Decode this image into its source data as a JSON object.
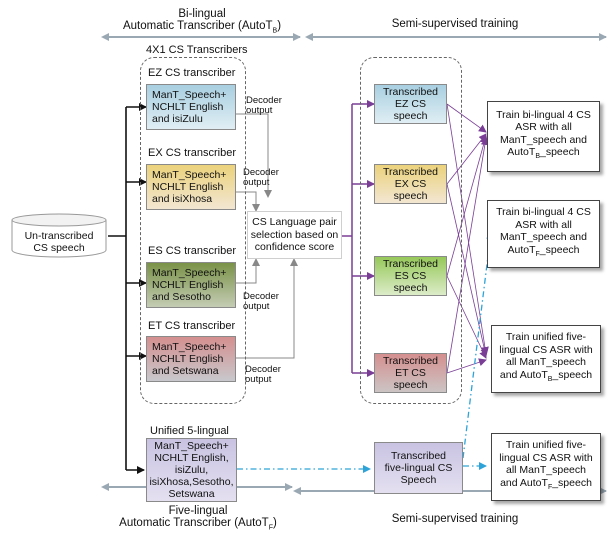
{
  "headers": {
    "bilingual_line1": "Bi-lingual",
    "bilingual_line2": "Automatic Transcriber (AutoT",
    "bilingual_sub": "B",
    "bilingual_close": ")",
    "semi_top": "Semi-supervised training",
    "transcribers_group": "4X1 CS Transcribers",
    "unified_group": "Unified 5-lingual",
    "fivelingual_line1": "Five-lingual",
    "fivelingual_line2": "Automatic Transcriber (AutoT",
    "fivelingual_sub": "F",
    "fivelingual_close": ")",
    "semi_bottom": "Semi-supervised training"
  },
  "input": {
    "label_line1": "Un-transcribed",
    "label_line2": "CS speech"
  },
  "transcribers": [
    {
      "title": "EZ CS transcriber",
      "line1": "ManT_Speech+",
      "line2": "NCHLT English",
      "line3": "and isiZulu",
      "color": "#a8cfe0"
    },
    {
      "title": "EX CS transcriber",
      "line1": "ManT_Speech+",
      "line2": "NCHLT English",
      "line3": "and isiXhosa",
      "color": "#ebd27c"
    },
    {
      "title": "ES CS transcriber",
      "line1": "ManT_Speech+",
      "line2": "NCHLT English",
      "line3": "and Sesotho",
      "color": "#8aa05a"
    },
    {
      "title": "ET CS transcriber",
      "line1": "ManT_Speech+",
      "line2": "NCHLT English",
      "line3": "and Setswana",
      "color": "#d58f8f"
    }
  ],
  "decoder_labels": [
    {
      "line1": "Decoder",
      "line2": "output"
    },
    {
      "line1": "Decoder",
      "line2": "output"
    },
    {
      "line1": "Decoder",
      "line2": "output"
    },
    {
      "line1": "Decoder",
      "line2": "output"
    }
  ],
  "selection": {
    "line1": "CS Language pair",
    "line2": "selection based on",
    "line3": "confidence score"
  },
  "transcribed": [
    {
      "line1": "Transcribed",
      "line2": "EZ CS speech",
      "color": "#a8cfe0"
    },
    {
      "line1": "Transcribed",
      "line2": "EX CS speech",
      "color": "#ebd27c"
    },
    {
      "line1": "Transcribed",
      "line2": "ES CS speech",
      "color": "#96c85a"
    },
    {
      "line1": "Transcribed",
      "line2": "ET CS speech",
      "color": "#d58f8f"
    }
  ],
  "unified_model": {
    "line1": "ManT_Speech+",
    "line2": "NCHLT English,",
    "line3": "isiZulu,",
    "line4": "isiXhosa,Sesotho,",
    "line5": "Setswana",
    "color": "#c9c3e2"
  },
  "transcribed_unified": {
    "line1": "Transcribed",
    "line2": "five-lingual CS",
    "line3": "Speech",
    "color": "#c9c3e2"
  },
  "outputs": [
    {
      "line1": "Train bi-lingual 4 CS",
      "line2": "ASR with all",
      "line3": "ManT_speech and",
      "line4": "AutoT",
      "sub": "B",
      "tail": "_speech"
    },
    {
      "line1": "Train bi-lingual 4 CS",
      "line2": "ASR with all",
      "line3": "ManT_speech and",
      "line4": "AutoT",
      "sub": "F",
      "tail": "_speech"
    },
    {
      "line1": "Train unified five-",
      "line2": "lingual CS ASR with",
      "line3": "all ManT_speech",
      "line4": "and AutoT",
      "sub": "B",
      "tail": "_speech"
    },
    {
      "line1": "Train unified five-",
      "line2": "lingual CS ASR with",
      "line3": "all ManT_speech",
      "line4": "and AutoT",
      "sub": "F",
      "tail": "_speech"
    }
  ],
  "colors": {
    "purple": "#7a3e96",
    "cyan": "#2ea3d8",
    "grey_arrow": "#9aa8b4",
    "black": "#111111"
  }
}
